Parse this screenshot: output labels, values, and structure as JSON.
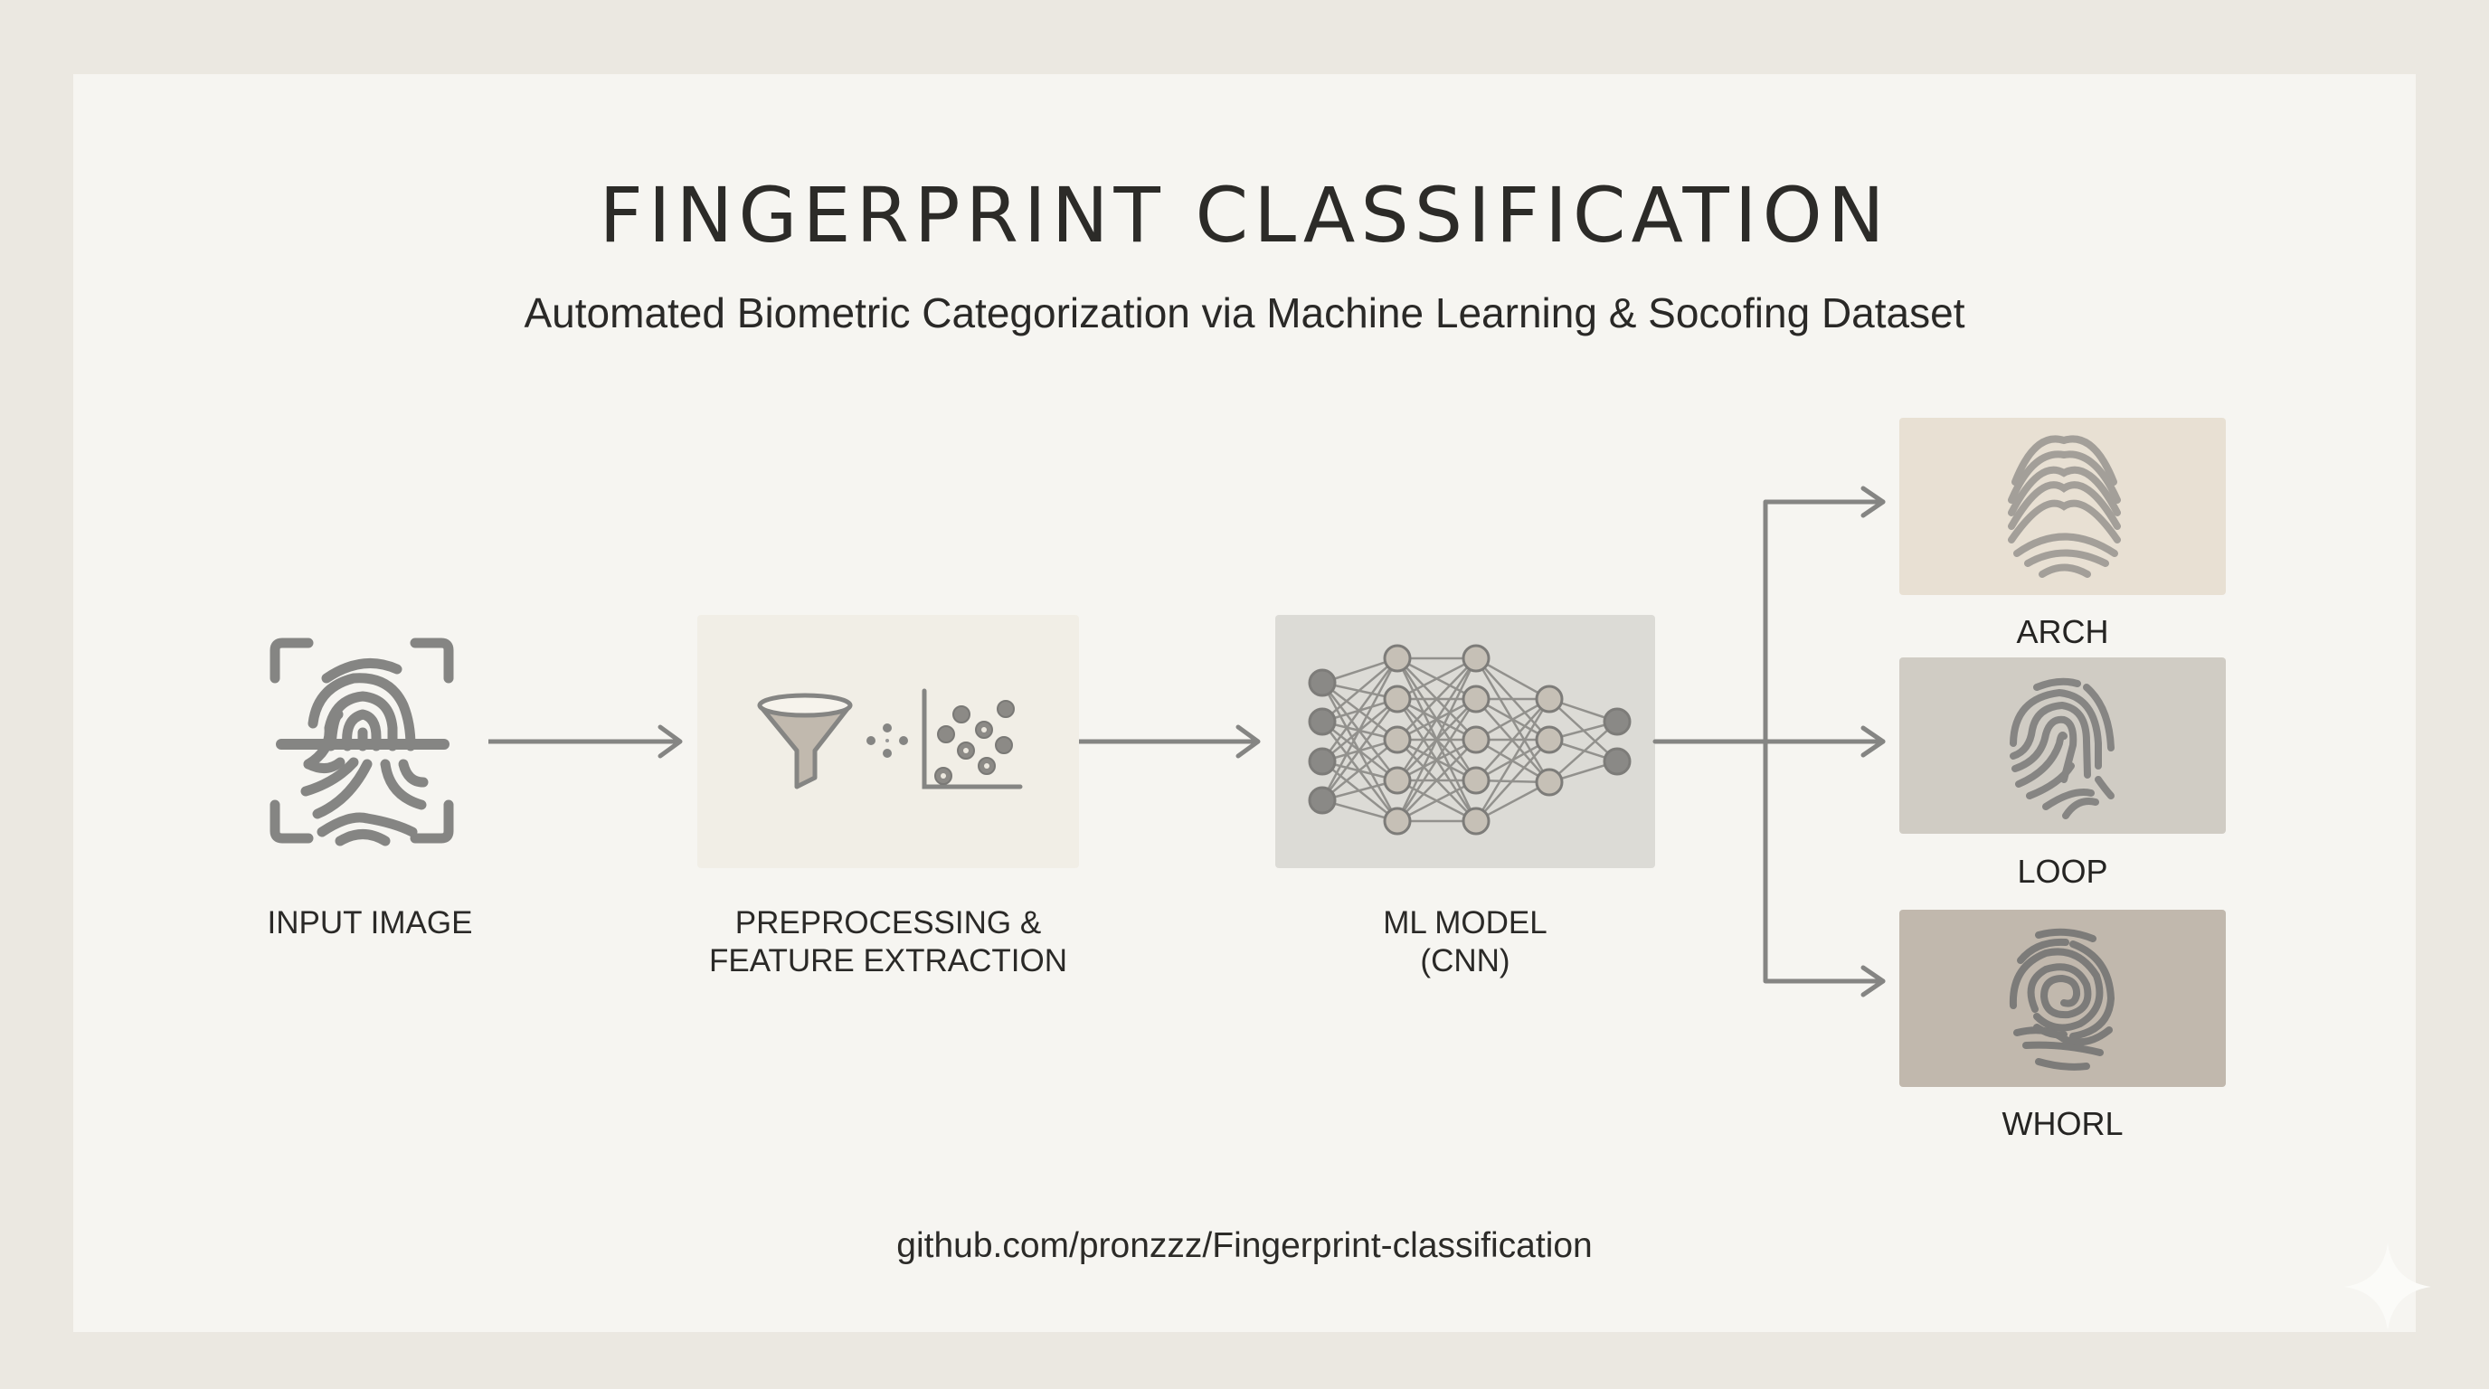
{
  "header": {
    "title": "FINGERPRINT CLASSIFICATION",
    "subtitle": "Automated Biometric Categorization via Machine Learning & Socofing Dataset"
  },
  "pipeline": {
    "steps": [
      {
        "label": "INPUT IMAGE",
        "icon": "fingerprint-scan-icon"
      },
      {
        "label": "PREPROCESSING &\nFEATURE EXTRACTION",
        "icon": "funnel-scatter-icon",
        "bg": "#f1eee6"
      },
      {
        "label": "ML MODEL\n(CNN)",
        "icon": "neural-network-icon",
        "bg": "#dcdbd6"
      }
    ],
    "classes": [
      {
        "label": "ARCH",
        "icon": "arch-fingerprint-icon",
        "bg": "#e8e0d3"
      },
      {
        "label": "LOOP",
        "icon": "loop-fingerprint-icon",
        "bg": "#d0ccc4"
      },
      {
        "label": "WHORL",
        "icon": "whorl-fingerprint-icon",
        "bg": "#c1b8ad"
      }
    ],
    "network_layers": [
      4,
      5,
      5,
      3,
      2
    ]
  },
  "footer": {
    "link": "github.com/pronzzz/Fingerprint-classification"
  },
  "colors": {
    "outer_bg": "#ebe8e1",
    "panel_bg": "#f6f5f1",
    "stroke": "#858583",
    "text": "#2a2927"
  }
}
